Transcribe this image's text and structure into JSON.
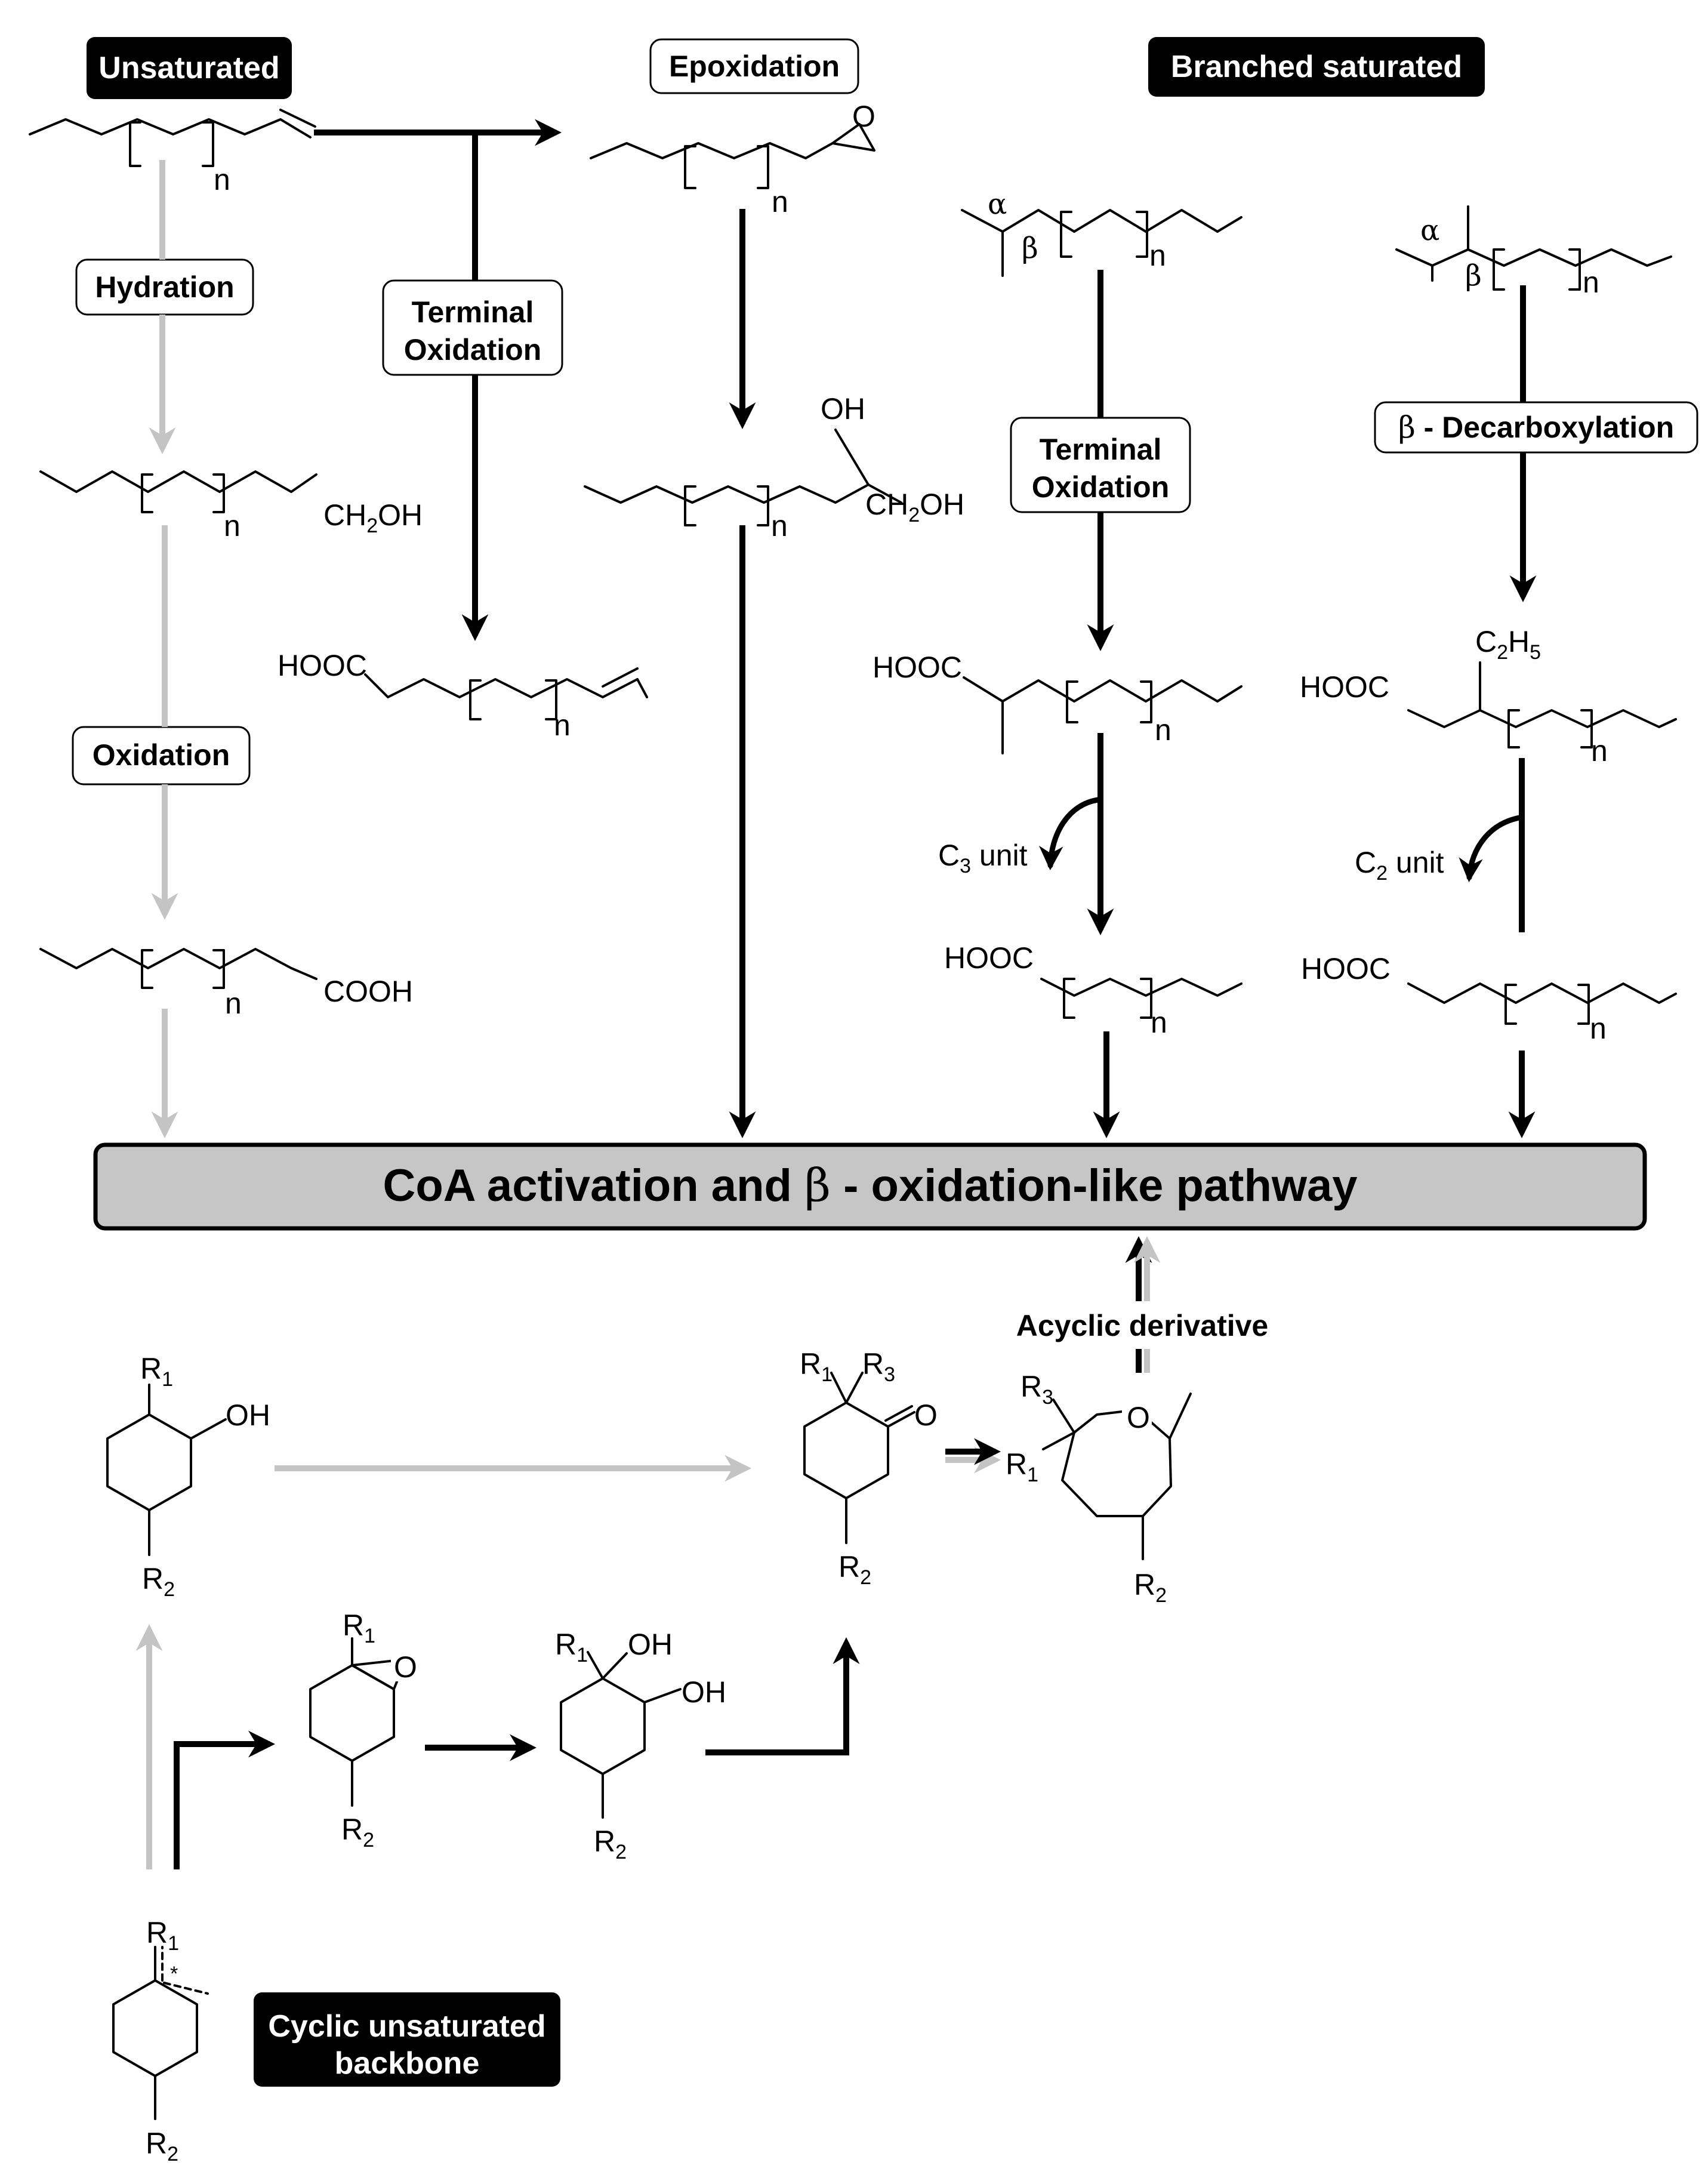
{
  "headers": {
    "unsaturated": "Unsaturated",
    "epoxidation": "Epoxidation",
    "branched_saturated": "Branched saturated",
    "cyclic_unsaturated_line1": "Cyclic unsaturated",
    "cyclic_unsaturated_line2": "backbone"
  },
  "steps": {
    "hydration": "Hydration",
    "oxidation": "Oxidation",
    "terminal_oxidation_line1": "Terminal",
    "terminal_oxidation_line2": "Oxidation",
    "beta_decarboxylation_beta": "β",
    "beta_decarboxylation_text": " - Decarboxylation"
  },
  "pathway": {
    "part1": "CoA activation and ",
    "beta": "β",
    "part2": " - oxidation-like pathway"
  },
  "labels": {
    "n": "n",
    "ch2oh": "CH",
    "ch2oh_sub": "2",
    "ch2oh_tail": "OH",
    "cooh": "COOH",
    "hooc": "HOOC",
    "oh": "OH",
    "o": "O",
    "alpha": "α",
    "beta": "β",
    "c2h5_c": "C",
    "c2h5_2": "2",
    "c2h5_h": "H",
    "c2h5_5": "5",
    "c3_unit_c": "C",
    "c3_unit_sub": "3",
    "c3_unit_tail": " unit",
    "c2_unit_c": "C",
    "c2_unit_sub": "2",
    "c2_unit_tail": " unit",
    "acyclic_derivative": "Acyclic derivative",
    "r": "R",
    "r_sub_1": "1",
    "r_sub_2": "2",
    "r_sub_3": "3",
    "star": "*"
  },
  "colors": {
    "main_arrow": "#000000",
    "alt_arrow": "#c4c4c4",
    "pathway_fill": "#c6c6c6",
    "header_fill": "#000000"
  }
}
